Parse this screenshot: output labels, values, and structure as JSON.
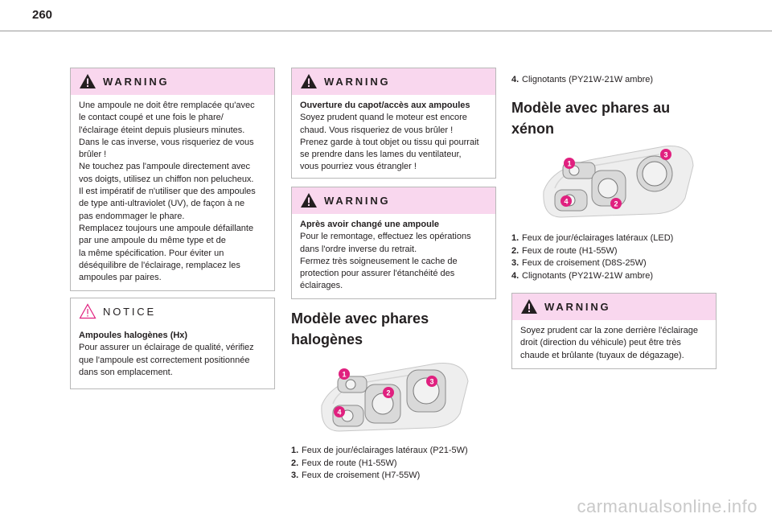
{
  "page_number": "260",
  "col1": {
    "warning1": {
      "title": "WARNING",
      "lines": [
        "Une ampoule ne doit être remplacée qu'avec",
        "le contact coupé et une fois le phare/",
        "l'éclairage éteint depuis plusieurs minutes.",
        "Dans le cas inverse, vous risqueriez de vous",
        "brûler !",
        "Ne touchez pas l'ampoule directement avec",
        "vos doigts, utilisez un chiffon non pelucheux.",
        "Il est impératif de n'utiliser que des ampoules",
        "de type anti-ultraviolet (UV), de façon à ne",
        "pas endommager le phare.",
        "Remplacez toujours une ampoule défaillante",
        "par une ampoule du même type et de",
        "la même spécification. Pour éviter un",
        "déséquilibre de l'éclairage, remplacez les",
        "ampoules par paires."
      ]
    },
    "notice": {
      "title": "NOTICE",
      "bold_line": "Ampoules halogènes (Hx)",
      "lines": [
        "Pour assurer un éclairage de qualité, vérifiez",
        "que l'ampoule est correctement positionnée",
        "dans son emplacement."
      ]
    }
  },
  "col2": {
    "warning2": {
      "title": "WARNING",
      "bold_line": "Ouverture du capot/accès aux ampoules",
      "lines": [
        "Soyez prudent quand le moteur est encore",
        "chaud. Vous risqueriez de vous brûler !",
        "Prenez garde à tout objet ou tissu qui pourrait",
        "se prendre dans les lames du ventilateur,",
        "vous pourriez vous étrangler !"
      ]
    },
    "warning3": {
      "title": "WARNING",
      "bold_line": "Après avoir changé une ampoule",
      "lines": [
        "Pour le remontage, effectuez les opérations",
        "dans l'ordre inverse du retrait.",
        "Fermez très soigneusement le cache de",
        "protection pour assurer l'étanchéité des",
        "éclairages."
      ]
    },
    "heading": [
      "Modèle avec phares",
      "halogènes"
    ],
    "list": [
      {
        "num": "1.",
        "text": "Feux de jour/éclairages latéraux (P21-5W)"
      },
      {
        "num": "2.",
        "text": "Feux de route (H1-55W)"
      },
      {
        "num": "3.",
        "text": "Feux de croisement (H7-55W)"
      }
    ],
    "diagram_labels": [
      "1",
      "2",
      "3",
      "4"
    ]
  },
  "col3": {
    "item4": {
      "num": "4.",
      "text": "Clignotants (PY21W-21W ambre)"
    },
    "heading": [
      "Modèle avec phares au",
      "xénon"
    ],
    "list": [
      {
        "num": "1.",
        "text": "Feux de jour/éclairages latéraux (LED)"
      },
      {
        "num": "2.",
        "text": "Feux de route (H1-55W)"
      },
      {
        "num": "3.",
        "text": "Feux de croisement (D8S-25W)"
      },
      {
        "num": "4.",
        "text": "Clignotants (PY21W-21W ambre)"
      }
    ],
    "diagram_labels": [
      "1",
      "2",
      "3",
      "4"
    ],
    "warning4": {
      "title": "WARNING",
      "lines": [
        "Soyez prudent car la zone derrière l'éclairage",
        "droit (direction du véhicule) peut être très",
        "chaude et brûlante (tuyaux de dégazage)."
      ]
    }
  },
  "watermark": "carmanualsonline.info",
  "colors": {
    "warning_header": "#f9d7ee",
    "callout_magenta": "#e0207f",
    "warning_triangle": "#231f20",
    "notice_triangle": "#e0207f"
  }
}
